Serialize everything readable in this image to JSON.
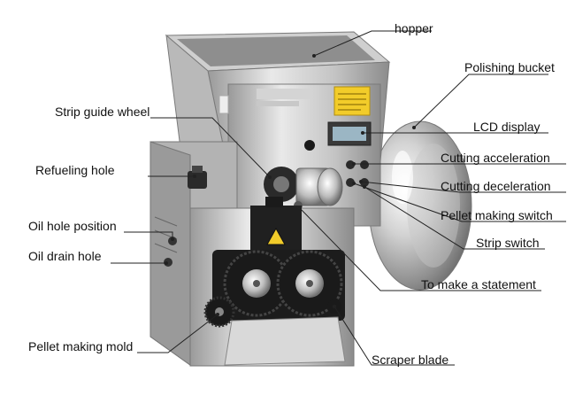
{
  "labels": {
    "hopper": "hopper",
    "polishing_bucket": "Polishing bucket",
    "strip_guide_wheel": "Strip guide wheel",
    "lcd_display": "LCD display",
    "refueling_hole": "Refueling hole",
    "cutting_acceleration": "Cutting acceleration",
    "cutting_deceleration": "Cutting deceleration",
    "oil_hole_position": "Oil hole position",
    "pellet_making_switch": "Pellet making switch",
    "oil_drain_hole": "Oil drain hole",
    "strip_switch": "Strip switch",
    "to_make_a_statement": "To make a statement",
    "pellet_making_mold": "Pellet making mold",
    "scraper_blade": "Scraper blade"
  },
  "colors": {
    "steel_light": "#e6e6e6",
    "steel_mid": "#bdbdbd",
    "steel_dark": "#8a8a8a",
    "roller_black": "#1c1c1c",
    "warning_yellow": "#f2cc2a",
    "leader": "#222222"
  }
}
